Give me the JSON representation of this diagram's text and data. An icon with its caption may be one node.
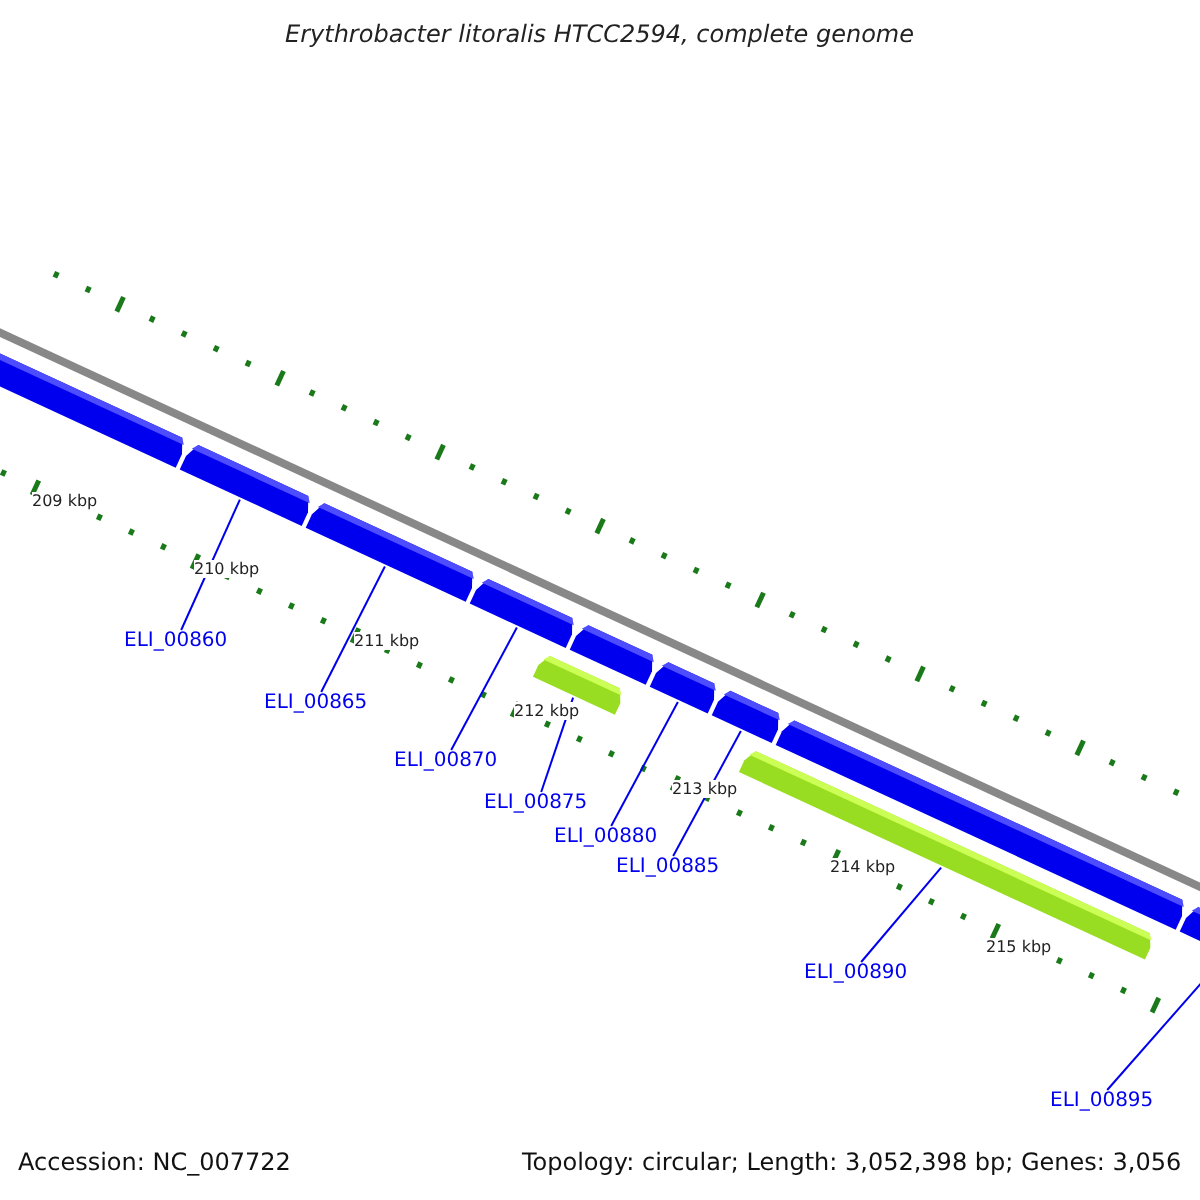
{
  "diagram": {
    "title": "Erythrobacter litoralis HTCC2594, complete genome",
    "nodes": [
      {
        "text": [],
        "shape": "bar"
      },
      {
        "text": [],
        "shape": "bar"
      },
      {
        "text": [],
        "shape": "bar"
      },
      {
        "text": [],
        "shape": "bar"
      },
      {
        "text": [],
        "shape": "bar"
      },
      {
        "text": [],
        "shape": "bar"
      },
      {
        "text": [],
        "shape": "bar"
      },
      {
        "text": [],
        "shape": "bar"
      },
      {
        "text": [],
        "shape": "bar"
      },
      {
        "text": [],
        "shape": "bar"
      },
      {
        "text": [],
        "shape": "bar"
      },
      {
        "text": [
          "ELI_00860"
        ]
      },
      {
        "text": [
          "ELI_00865"
        ]
      },
      {
        "text": [
          "ELI_00870"
        ]
      },
      {
        "text": [
          "ELI_00875"
        ]
      },
      {
        "text": [
          "ELI_00880"
        ]
      },
      {
        "text": [
          "ELI_00885"
        ]
      },
      {
        "text": [
          "ELI_00890"
        ]
      },
      {
        "text": [
          "ELI_00895"
        ]
      }
    ],
    "edges": [
      {
        "from": 11,
        "to": 1,
        "arrow": "none"
      },
      {
        "from": 12,
        "to": 2,
        "arrow": "none"
      },
      {
        "from": 13,
        "to": 3,
        "arrow": "none"
      },
      {
        "from": 14,
        "to": 4,
        "arrow": "none"
      },
      {
        "from": 15,
        "to": 6,
        "arrow": "none"
      },
      {
        "from": 16,
        "to": 7,
        "arrow": "none"
      },
      {
        "from": 17,
        "to": 8,
        "arrow": "none"
      },
      {
        "from": 18,
        "to": 10,
        "arrow": "none"
      }
    ],
    "labels": [
      "209 kbp",
      "210 kbp",
      "211 kbp",
      "212 kbp",
      "213 kbp",
      "214 kbp",
      "215 kbp",
      "Accession: NC_007722",
      "Topology: circular; Length: 3,052,398 bp; Genes: 3,056"
    ]
  }
}
